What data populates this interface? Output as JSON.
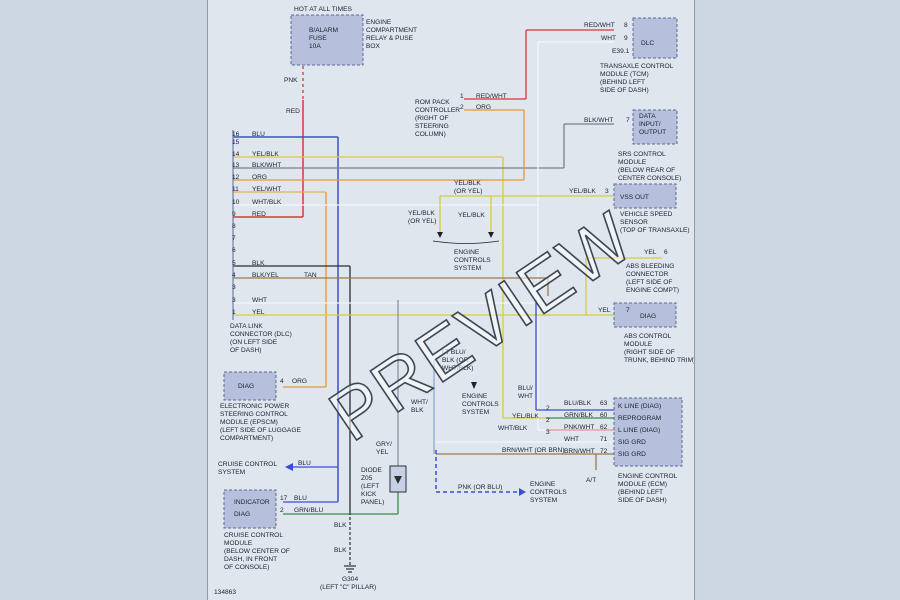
{
  "watermark": "PREVIEW",
  "figure_id": "134863",
  "fuse_block": {
    "header": "HOT AT ALL TIMES",
    "lines": [
      "B/ALARM",
      "FUSE",
      "10A"
    ],
    "desc": [
      "ENGINE",
      "COMPARTMENT",
      "RELAY & PUSE",
      "BOX"
    ]
  },
  "dlc_connector": {
    "pins": [
      {
        "n": "16",
        "c": "BLU"
      },
      {
        "n": "15",
        "c": ""
      },
      {
        "n": "14",
        "c": "YEL/BLK"
      },
      {
        "n": "13",
        "c": "BLK/WHT"
      },
      {
        "n": "12",
        "c": "ORG"
      },
      {
        "n": "11",
        "c": "YEL/WHT"
      },
      {
        "n": "10",
        "c": "WHT/BLK"
      },
      {
        "n": "9",
        "c": "RED"
      },
      {
        "n": "8",
        "c": ""
      },
      {
        "n": "7",
        "c": ""
      },
      {
        "n": "6",
        "c": ""
      },
      {
        "n": "5",
        "c": "BLK"
      },
      {
        "n": "4",
        "c": "BLK/YEL"
      },
      {
        "n": "3",
        "c": ""
      },
      {
        "n": "3",
        "c": "WHT"
      },
      {
        "n": "1",
        "c": "YEL"
      }
    ],
    "desc": [
      "DATA LINK",
      "CONNECTOR (DLC)",
      "(ON LEFT SIDE",
      "OF DASH)"
    ]
  },
  "labels": {
    "pnk": "PNK",
    "red": "RED",
    "tan": "TAN",
    "org4": "4",
    "org_wire": "ORG",
    "romp_pins": [
      "1",
      "2"
    ],
    "romp_wires": [
      "RED/WHT",
      "ORG"
    ],
    "romp_desc": [
      "ROM PACK",
      "CONTROLLER",
      "(RIGHT OF",
      "STEERING",
      "COLUMN)"
    ],
    "tcm_wires": [
      "RED/WHT",
      "WHT"
    ],
    "tcm_pins": [
      "8",
      "9"
    ],
    "tcm_conn": "E39.1",
    "tcm_box": "DLC",
    "tcm_desc": [
      "TRANSAXLE CONTROL",
      "MODULE (TCM)",
      "(BEHIND LEFT",
      "SIDE OF DASH)"
    ],
    "srs_wire": "BLK/WHT",
    "srs_pin": "7",
    "srs_box": [
      "DATA",
      "INPUT/",
      "OUTPUT"
    ],
    "srs_desc": [
      "SRS CONTROL",
      "MODULE",
      "(BELOW REAR OF",
      "CENTER CONSOLE)"
    ],
    "vss_wire": "YEL/BLK",
    "vss_pin": "3",
    "vss_box": "VSS OUT",
    "vss_desc": [
      "VEHICLE SPEED",
      "SENSOR",
      "(TOP OF TRANSAXLE)"
    ],
    "yelblk_top": [
      "YEL/BLK",
      "(OR YEL)"
    ],
    "yelblk_left": [
      "YEL/BLK",
      "(OR YEL)"
    ],
    "yelblk_mid": "YEL/BLK",
    "ecs1": [
      "ENGINE",
      "CONTROLS",
      "SYSTEM"
    ],
    "abs_conn_wire": "YEL",
    "abs_conn_pin": "6",
    "abs_conn_desc": [
      "ABS BLEEDING",
      "CONNECTOR",
      "(LEFT SIDE OF",
      "ENGINE COMPT)"
    ],
    "abs_mod_wire": "YEL",
    "abs_mod_pin": "7",
    "abs_mod_box": "DIAG",
    "abs_mod_desc": [
      "ABS CONTROL",
      "MODULE",
      "(RIGHT SIDE OF",
      "TRUNK, BEHIND TRIM)"
    ],
    "eps_box": "DIAG",
    "eps_desc": [
      "ELECTRONIC POWER",
      "STEERING CONTROL",
      "MODULE (EPSCM)",
      "(LEFT SIDE OF LUGGAGE",
      "COMPARTMENT)"
    ],
    "ltblu": [
      "LT BLU/",
      "BLK (OR",
      "WHT/BLK)"
    ],
    "ecs2": [
      "ENGINE",
      "CONTROLS",
      "SYSTEM"
    ],
    "blu_wht": [
      "BLU/",
      "WHT"
    ],
    "wht_blk_v": [
      "WHT/",
      "BLK"
    ],
    "ecm_rows": [
      {
        "wire": "BLU/BLK",
        "pin": "63",
        "fn": "K LINE (DIAG)"
      },
      {
        "wire": "GRN/BLK",
        "pin": "60",
        "fn": "REPROGRAM"
      },
      {
        "wire": "PNK/WHT",
        "pin": "62",
        "fn": "L LINE (DIAG)"
      },
      {
        "wire": "WHT",
        "pin": "71",
        "fn": "SIG GRD"
      },
      {
        "wire": "BRN/WHT",
        "pin": "72",
        "fn": "SIG GRD"
      }
    ],
    "ecm_left_wires": [
      "YEL/BLK",
      "WHT/BLK",
      "BRN/WHT (OR BRN)"
    ],
    "ecm_pins_left": [
      "2",
      "2",
      "3"
    ],
    "at": "A/T",
    "ecm_desc": [
      "ENGINE CONTROL",
      "MODULE (ECM)",
      "(BEHIND LEFT",
      "SIDE OF DASH)"
    ],
    "gry_yel": [
      "GRY/",
      "YEL"
    ],
    "diode": [
      "DIODE",
      "Z05",
      "(LEFT",
      "KICK",
      "PANEL)"
    ],
    "pnk_blu": "PNK (OR BLU)",
    "ecs3": [
      "ENGINE",
      "CONTROLS",
      "SYSTEM"
    ],
    "cruise_sys": [
      "CRUISE CONTROL",
      "SYSTEM"
    ],
    "cruise_wire": "BLU",
    "ccm_box": [
      "INDICATOR",
      "DIAG"
    ],
    "ccm_pins": [
      "17",
      "2"
    ],
    "ccm_wires": [
      "BLU",
      "GRN/BLU"
    ],
    "ccm_desc": [
      "CRUISE CONTROL",
      "MODULE",
      "(BELOW CENTER OF",
      "DASH, IN FRONT",
      "OF CONSOLE)"
    ],
    "blk1": "BLK",
    "blk2": "BLK",
    "ground": [
      "G304",
      "(LEFT \"C\" PILLAR)"
    ]
  },
  "colors": {
    "red": "#d23a3a",
    "blue": "#3a4fd6",
    "yellow": "#d8cc3a",
    "orange": "#e09a3a",
    "tan": "#9a7a4a",
    "green": "#3a8a4a",
    "gray": "#8a939e",
    "black": "#2a2f36",
    "white": "#f4f6f8"
  }
}
